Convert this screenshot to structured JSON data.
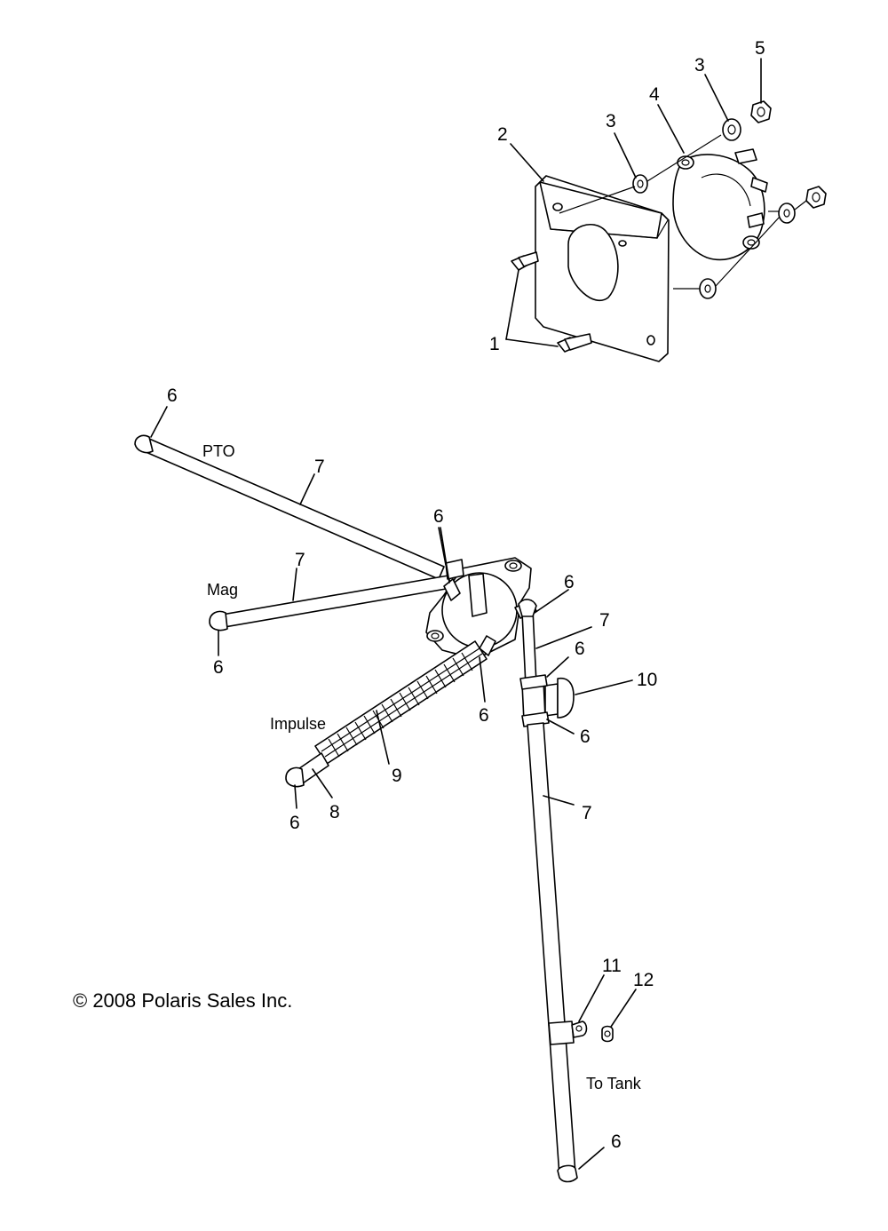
{
  "callouts": {
    "c1": "1",
    "c2": "2",
    "c3a": "3",
    "c3b": "3",
    "c4": "4",
    "c5": "5",
    "c6_pto_end": "6",
    "c6_valve_top": "6",
    "c6_mag_end": "6",
    "c6_valve_bottom": "6",
    "c6_valve_right": "6",
    "c6_clamp_upper": "6",
    "c6_clamp_lower": "6",
    "c6_impulse_end": "6",
    "c6_tank_end": "6",
    "c7_pto": "7",
    "c7_mag": "7",
    "c7_upper_right": "7",
    "c7_lower_right": "7",
    "c8": "8",
    "c9": "9",
    "c10": "10",
    "c11": "11",
    "c12": "12"
  },
  "labels": {
    "pto": "PTO",
    "mag": "Mag",
    "impulse": "Impulse",
    "to_tank": "To Tank"
  },
  "copyright": "© 2008 Polaris Sales Inc."
}
